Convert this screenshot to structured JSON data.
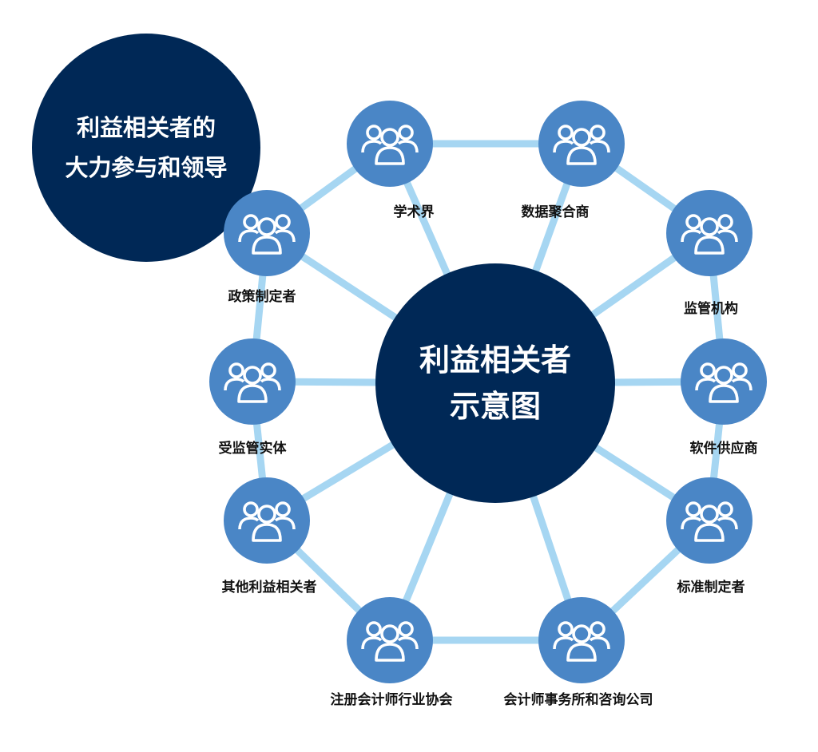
{
  "header": {
    "title_lines": [
      "利益相关者的",
      "大力参与和领导"
    ]
  },
  "hub": {
    "lines": [
      "利益相关者",
      "示意图"
    ]
  },
  "colors": {
    "dark_navy": "#002856",
    "node_blue": "#4a86c6",
    "link_light_blue": "#a6d6f2"
  },
  "icon": "people-group-icon",
  "stakeholders": [
    {
      "label": "学术界"
    },
    {
      "label": "数据聚合商"
    },
    {
      "label": "监管机构"
    },
    {
      "label": "软件供应商"
    },
    {
      "label": "标准制定者"
    },
    {
      "label": "会计师事务所和咨询公司"
    },
    {
      "label": "注册会计师行业协会"
    },
    {
      "label": "其他利益相关者"
    },
    {
      "label": "受监管实体"
    },
    {
      "label": "政策制定者"
    }
  ]
}
